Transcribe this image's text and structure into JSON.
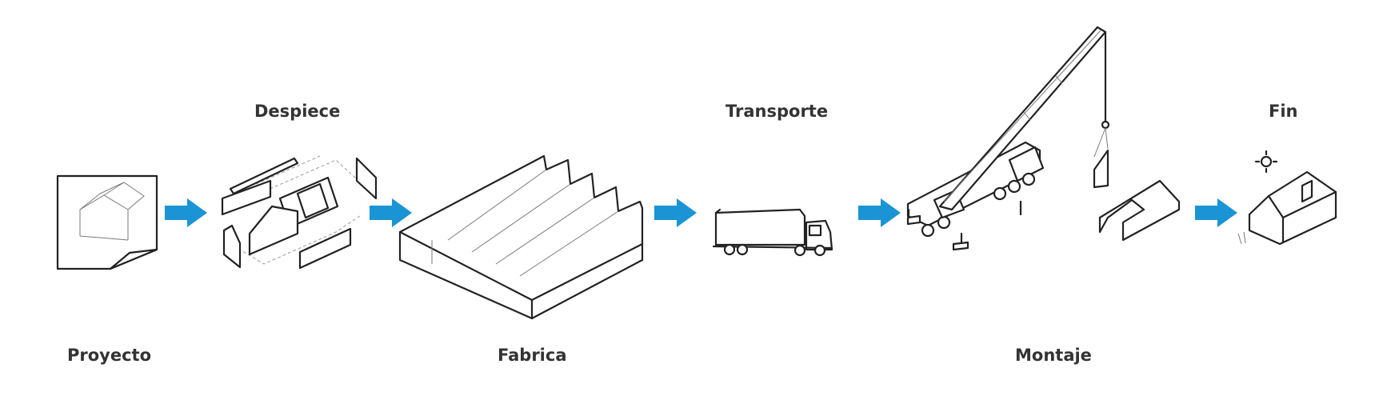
{
  "steps": [
    {
      "label": "Proyecto"
    },
    {
      "label": "Despiece"
    },
    {
      "label": "Fabrica"
    },
    {
      "label": "Transporte"
    },
    {
      "label": "Montaje"
    },
    {
      "label": "Fin"
    }
  ],
  "colors": {
    "arrow": "#1a94d4",
    "line": "#222222",
    "text": "#333333"
  },
  "icons": [
    "drawing-sheet-icon",
    "exploded-house-icon",
    "factory-icon",
    "truck-icon",
    "crane-icon",
    "finished-house-icon"
  ]
}
